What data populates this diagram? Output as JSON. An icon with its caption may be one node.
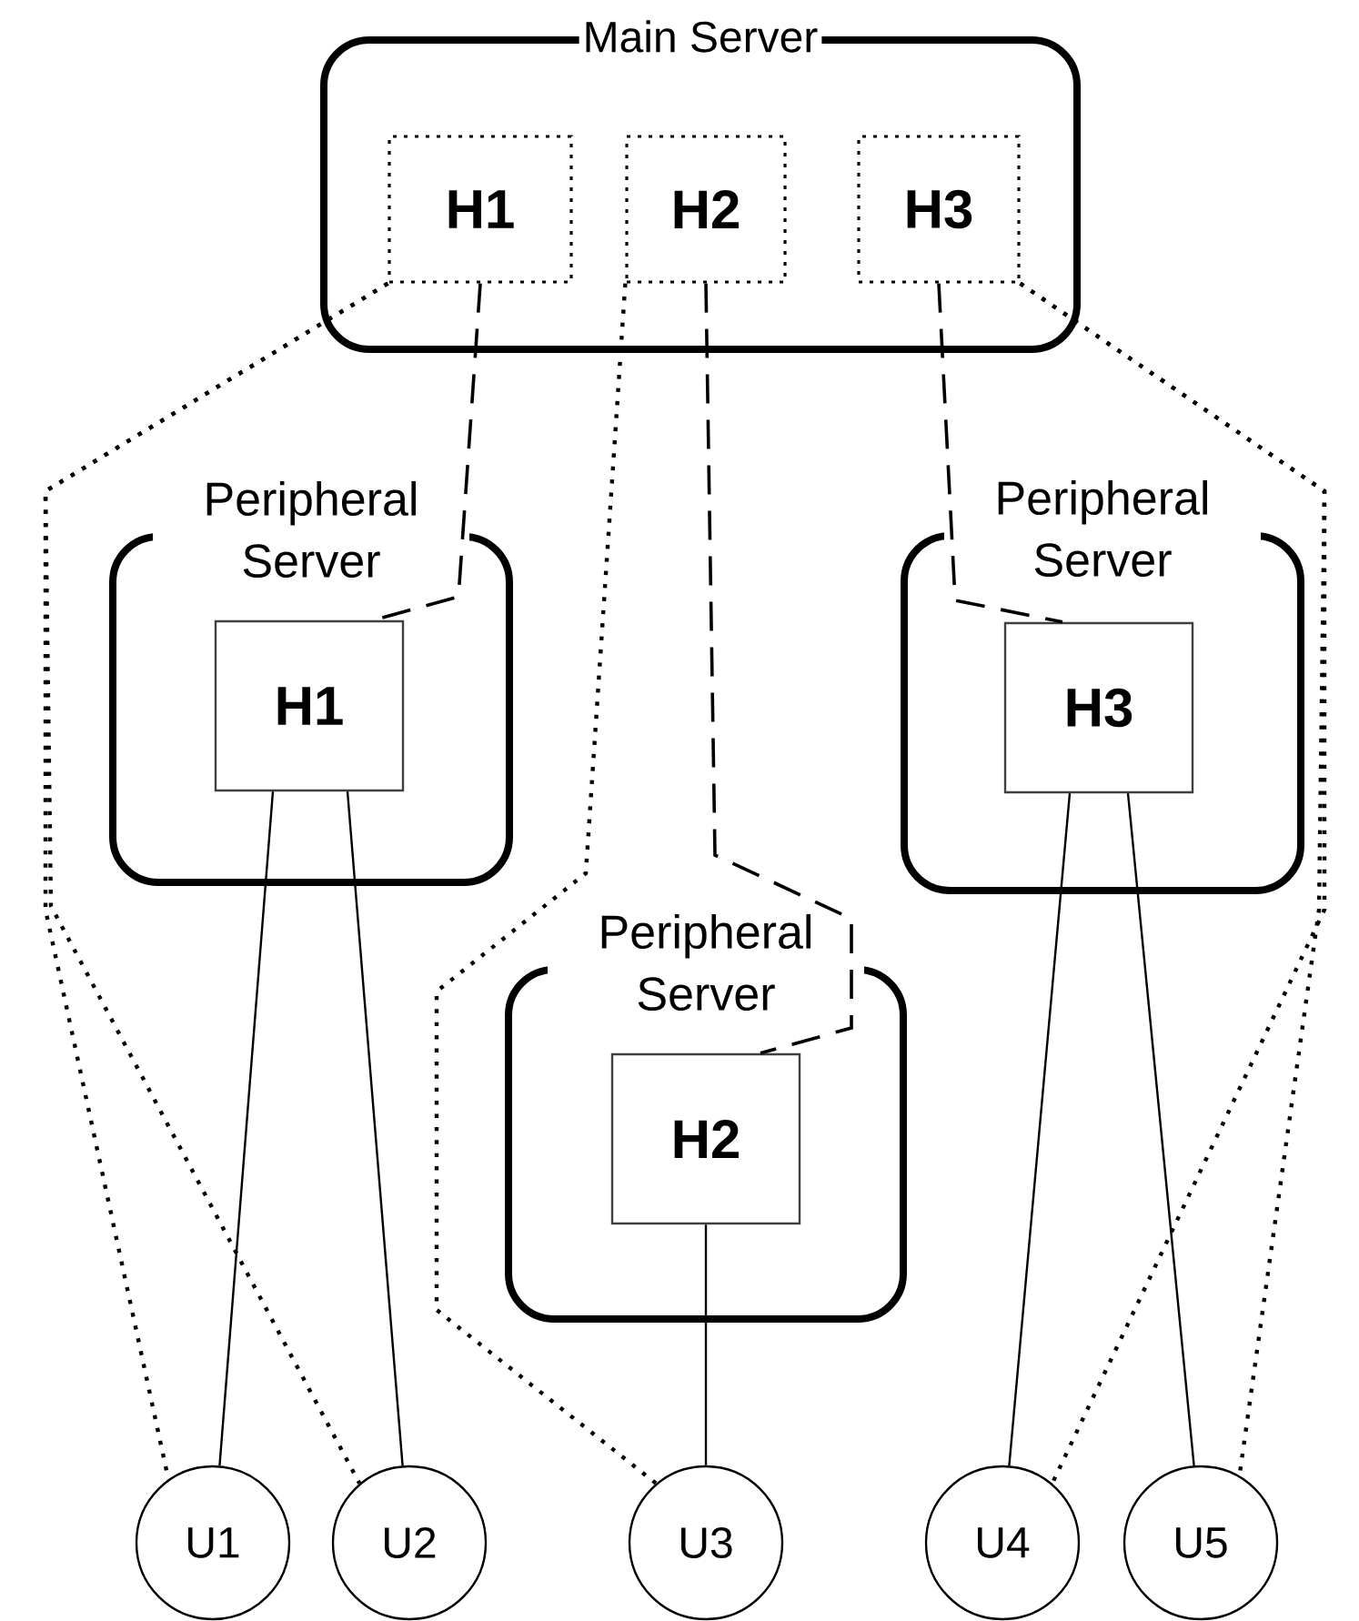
{
  "diagram": {
    "nodes": [
      {
        "text": [
          "Main Server"
        ]
      },
      {
        "text": [
          "H1"
        ],
        "in": 0
      },
      {
        "text": [
          "H2"
        ],
        "in": 0
      },
      {
        "text": [
          "H3"
        ],
        "in": 0
      },
      {
        "text": [
          "Peripheral Server"
        ]
      },
      {
        "text": [
          "H1"
        ],
        "in": 4
      },
      {
        "text": [
          "Peripheral Server"
        ]
      },
      {
        "text": [
          "H3"
        ],
        "in": 6
      },
      {
        "text": [
          "Peripheral Server"
        ]
      },
      {
        "text": [
          "H2"
        ],
        "in": 8
      },
      {
        "text": [
          "U1"
        ]
      },
      {
        "text": [
          "U2"
        ]
      },
      {
        "text": [
          "U3"
        ]
      },
      {
        "text": [
          "U4"
        ]
      },
      {
        "text": [
          "U5"
        ]
      }
    ],
    "edges": [
      {
        "from": 1,
        "to": 5,
        "arrow": "none",
        "style": "dashed"
      },
      {
        "from": 2,
        "to": 9,
        "arrow": "none",
        "style": "dashed"
      },
      {
        "from": 3,
        "to": 7,
        "arrow": "none",
        "style": "dashed"
      },
      {
        "from": 5,
        "to": 10,
        "arrow": "none"
      },
      {
        "from": 5,
        "to": 11,
        "arrow": "none"
      },
      {
        "from": 9,
        "to": 12,
        "arrow": "none"
      },
      {
        "from": 7,
        "to": 13,
        "arrow": "none"
      },
      {
        "from": 7,
        "to": 14,
        "arrow": "none"
      },
      {
        "from": 1,
        "to": 10,
        "arrow": "none",
        "style": "dashed"
      },
      {
        "from": 1,
        "to": 11,
        "arrow": "none",
        "style": "dashed"
      },
      {
        "from": 2,
        "to": 12,
        "arrow": "none",
        "style": "dashed"
      },
      {
        "from": 3,
        "to": 13,
        "arrow": "none",
        "style": "dashed"
      },
      {
        "from": 3,
        "to": 14,
        "arrow": "none",
        "style": "dashed"
      }
    ]
  }
}
